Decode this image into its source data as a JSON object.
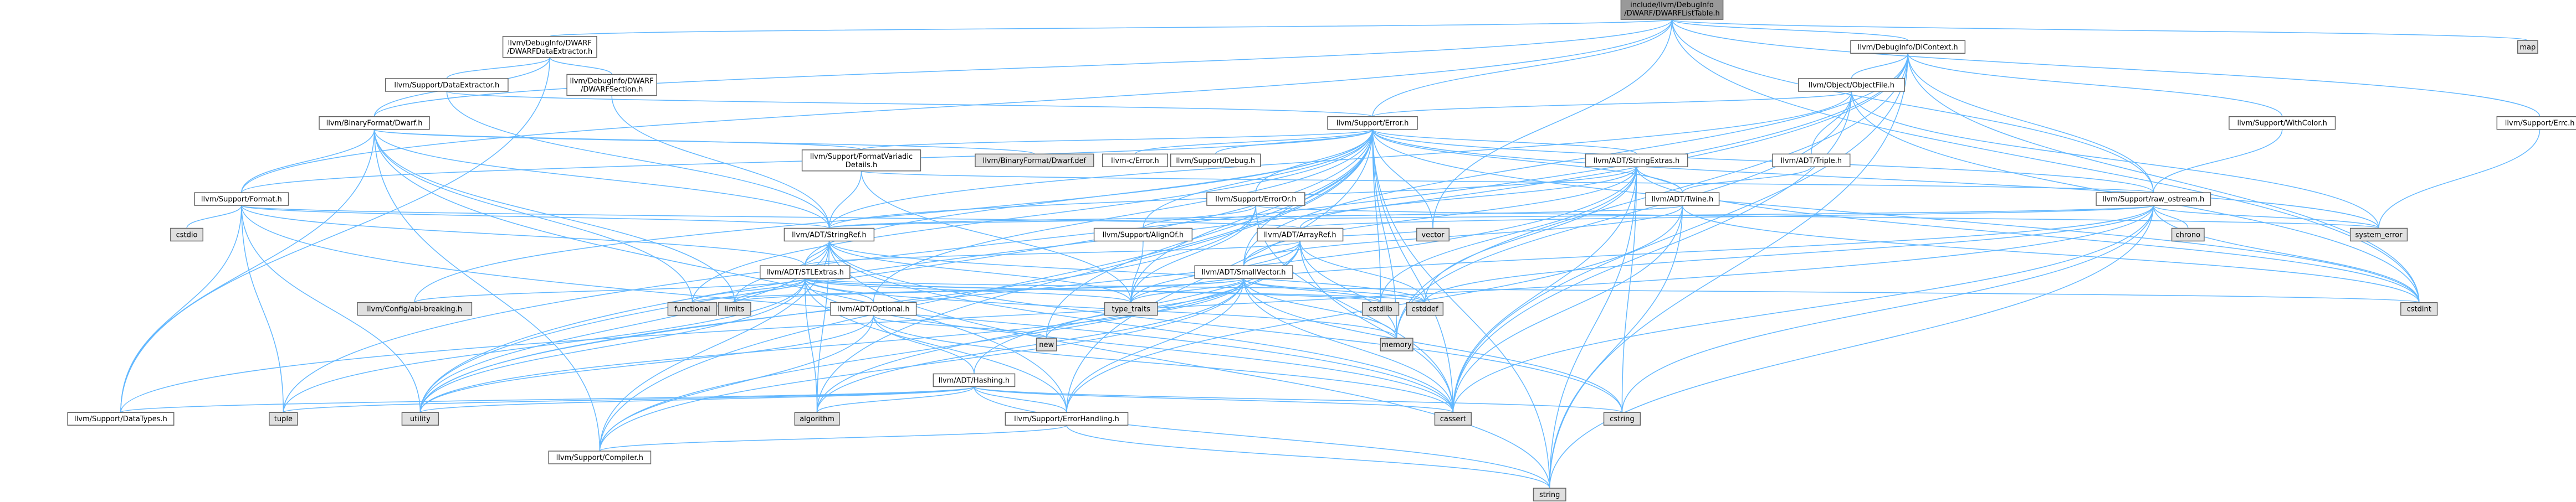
{
  "colors": {
    "root_fill": "#999999",
    "header_fill": "#ffffff",
    "sys_fill": "#e0e0e0",
    "red_text": "#ff0000",
    "edge": "#63b8ff"
  },
  "nodes": [
    {
      "id": "root",
      "lines": [
        "include/llvm/DebugInfo",
        "/DWARF/DWARFListTable.h"
      ],
      "kind": "root"
    },
    {
      "id": "dwarfdataextractor",
      "lines": [
        "llvm/DebugInfo/DWARF",
        "/DWARFDataExtractor.h"
      ],
      "kind": "header"
    },
    {
      "id": "dicontext",
      "lines": [
        "llvm/DebugInfo/DIContext.h"
      ],
      "kind": "header"
    },
    {
      "id": "map",
      "lines": [
        "map"
      ],
      "kind": "sys"
    },
    {
      "id": "dataextractor",
      "lines": [
        "llvm/Support/DataExtractor.h"
      ],
      "kind": "header"
    },
    {
      "id": "dwarfsection",
      "lines": [
        "llvm/DebugInfo/DWARF",
        "/DWARFSection.h"
      ],
      "kind": "header"
    },
    {
      "id": "objectfile",
      "lines": [
        "llvm/Object/ObjectFile.h"
      ],
      "kind": "red"
    },
    {
      "id": "withcolor",
      "lines": [
        "llvm/Support/WithColor.h"
      ],
      "kind": "header"
    },
    {
      "id": "errc",
      "lines": [
        "llvm/Support/Errc.h"
      ],
      "kind": "header"
    },
    {
      "id": "binaryformatdwarf",
      "lines": [
        "llvm/BinaryFormat/Dwarf.h"
      ],
      "kind": "header"
    },
    {
      "id": "error",
      "lines": [
        "llvm/Support/Error.h"
      ],
      "kind": "header"
    },
    {
      "id": "dwarfdef",
      "lines": [
        "llvm/BinaryFormat/Dwarf.def"
      ],
      "kind": "sys"
    },
    {
      "id": "cerror",
      "lines": [
        "llvm-c/Error.h"
      ],
      "kind": "red"
    },
    {
      "id": "debug",
      "lines": [
        "llvm/Support/Debug.h"
      ],
      "kind": "header"
    },
    {
      "id": "stringextras",
      "lines": [
        "llvm/ADT/StringExtras.h"
      ],
      "kind": "red"
    },
    {
      "id": "triple",
      "lines": [
        "llvm/ADT/Triple.h"
      ],
      "kind": "header"
    },
    {
      "id": "formatvariadic",
      "lines": [
        "llvm/Support/FormatVariadic",
        "Details.h"
      ],
      "kind": "header"
    },
    {
      "id": "format",
      "lines": [
        "llvm/Support/Format.h"
      ],
      "kind": "header"
    },
    {
      "id": "erroror",
      "lines": [
        "llvm/Support/ErrorOr.h"
      ],
      "kind": "header"
    },
    {
      "id": "twine",
      "lines": [
        "llvm/ADT/Twine.h"
      ],
      "kind": "header"
    },
    {
      "id": "rawostream",
      "lines": [
        "llvm/Support/raw_ostream.h"
      ],
      "kind": "header"
    },
    {
      "id": "cstdio",
      "lines": [
        "cstdio"
      ],
      "kind": "sys"
    },
    {
      "id": "stringref",
      "lines": [
        "llvm/ADT/StringRef.h"
      ],
      "kind": "red"
    },
    {
      "id": "alignof",
      "lines": [
        "llvm/Support/AlignOf.h"
      ],
      "kind": "header"
    },
    {
      "id": "arrayref",
      "lines": [
        "llvm/ADT/ArrayRef.h"
      ],
      "kind": "red"
    },
    {
      "id": "chrono",
      "lines": [
        "chrono"
      ],
      "kind": "sys"
    },
    {
      "id": "systemerror",
      "lines": [
        "system_error"
      ],
      "kind": "sys"
    },
    {
      "id": "vector",
      "lines": [
        "vector"
      ],
      "kind": "sys"
    },
    {
      "id": "stlextras",
      "lines": [
        "llvm/ADT/STLExtras.h"
      ],
      "kind": "red"
    },
    {
      "id": "smallvector",
      "lines": [
        "llvm/ADT/SmallVector.h"
      ],
      "kind": "red"
    },
    {
      "id": "configbreaking",
      "lines": [
        "llvm/Config/abi-breaking.h"
      ],
      "kind": "sys"
    },
    {
      "id": "functional",
      "lines": [
        "functional"
      ],
      "kind": "sys"
    },
    {
      "id": "limits",
      "lines": [
        "limits"
      ],
      "kind": "sys"
    },
    {
      "id": "optional",
      "lines": [
        "llvm/ADT/Optional.h"
      ],
      "kind": "red"
    },
    {
      "id": "typetraits",
      "lines": [
        "type_traits"
      ],
      "kind": "sys"
    },
    {
      "id": "cstdlib",
      "lines": [
        "cstdlib"
      ],
      "kind": "sys"
    },
    {
      "id": "cstddef",
      "lines": [
        "cstddef"
      ],
      "kind": "sys"
    },
    {
      "id": "cstdint",
      "lines": [
        "cstdint"
      ],
      "kind": "sys"
    },
    {
      "id": "new",
      "lines": [
        "new"
      ],
      "kind": "sys"
    },
    {
      "id": "memory",
      "lines": [
        "memory"
      ],
      "kind": "sys"
    },
    {
      "id": "hashing",
      "lines": [
        "llvm/ADT/Hashing.h"
      ],
      "kind": "red"
    },
    {
      "id": "tuple",
      "lines": [
        "tuple"
      ],
      "kind": "sys"
    },
    {
      "id": "utility",
      "lines": [
        "utility"
      ],
      "kind": "sys"
    },
    {
      "id": "algorithm",
      "lines": [
        "algorithm"
      ],
      "kind": "sys"
    },
    {
      "id": "cassert",
      "lines": [
        "cassert"
      ],
      "kind": "sys"
    },
    {
      "id": "cstring",
      "lines": [
        "cstring"
      ],
      "kind": "sys"
    },
    {
      "id": "datatypes",
      "lines": [
        "llvm/Support/DataTypes.h"
      ],
      "kind": "red"
    },
    {
      "id": "errorhandling",
      "lines": [
        "llvm/Support/ErrorHandling.h"
      ],
      "kind": "header"
    },
    {
      "id": "compiler",
      "lines": [
        "llvm/Support/Compiler.h"
      ],
      "kind": "red"
    },
    {
      "id": "string",
      "lines": [
        "string"
      ],
      "kind": "sys"
    }
  ],
  "edges": [
    [
      "root",
      "dwarfdataextractor"
    ],
    [
      "root",
      "dicontext"
    ],
    [
      "root",
      "map"
    ],
    [
      "root",
      "error"
    ],
    [
      "root",
      "format"
    ],
    [
      "root",
      "binaryformatdwarf"
    ],
    [
      "root",
      "rawostream"
    ],
    [
      "root",
      "errc"
    ],
    [
      "root",
      "cstdint"
    ],
    [
      "root",
      "vector"
    ],
    [
      "dwarfdataextractor",
      "dataextractor"
    ],
    [
      "dwarfdataextractor",
      "dwarfsection"
    ],
    [
      "dwarfdataextractor",
      "datatypes"
    ],
    [
      "dwarfdataextractor",
      "binaryformatdwarf"
    ],
    [
      "dwarfsection",
      "stringref"
    ],
    [
      "dataextractor",
      "error"
    ],
    [
      "dataextractor",
      "stringref"
    ],
    [
      "dicontext",
      "objectfile"
    ],
    [
      "dicontext",
      "withcolor"
    ],
    [
      "dicontext",
      "rawostream"
    ],
    [
      "dicontext",
      "smallvector"
    ],
    [
      "dicontext",
      "cassert"
    ],
    [
      "dicontext",
      "cstdint"
    ],
    [
      "dicontext",
      "memory"
    ],
    [
      "dicontext",
      "string"
    ],
    [
      "dicontext",
      "tuple"
    ],
    [
      "dicontext",
      "utility"
    ],
    [
      "objectfile",
      "error"
    ],
    [
      "objectfile",
      "triple"
    ],
    [
      "objectfile",
      "stringref"
    ],
    [
      "objectfile",
      "memory"
    ],
    [
      "objectfile",
      "systemerror"
    ],
    [
      "objectfile",
      "cassert"
    ],
    [
      "objectfile",
      "cstdint"
    ],
    [
      "withcolor",
      "rawostream"
    ],
    [
      "errc",
      "systemerror"
    ],
    [
      "binaryformatdwarf",
      "dwarfdef"
    ],
    [
      "binaryformatdwarf",
      "formatvariadic"
    ],
    [
      "binaryformatdwarf",
      "format"
    ],
    [
      "binaryformatdwarf",
      "stringref"
    ],
    [
      "binaryformatdwarf",
      "datatypes"
    ],
    [
      "binaryformatdwarf",
      "errorhandling"
    ],
    [
      "binaryformatdwarf",
      "compiler"
    ],
    [
      "binaryformatdwarf",
      "functional"
    ],
    [
      "binaryformatdwarf",
      "limits"
    ],
    [
      "error",
      "cerror"
    ],
    [
      "error",
      "debug"
    ],
    [
      "error",
      "stringextras"
    ],
    [
      "error",
      "twine"
    ],
    [
      "error",
      "formatvariadic"
    ],
    [
      "error",
      "format"
    ],
    [
      "error",
      "erroror"
    ],
    [
      "error",
      "rawostream"
    ],
    [
      "error",
      "stlextras"
    ],
    [
      "error",
      "alignof"
    ],
    [
      "error",
      "compiler"
    ],
    [
      "error",
      "errorhandling"
    ],
    [
      "error",
      "configbreaking"
    ],
    [
      "error",
      "algorithm"
    ],
    [
      "error",
      "cassert"
    ],
    [
      "error",
      "cstdint"
    ],
    [
      "error",
      "cstdlib"
    ],
    [
      "error",
      "functional"
    ],
    [
      "error",
      "memory"
    ],
    [
      "error",
      "new"
    ],
    [
      "error",
      "string"
    ],
    [
      "error",
      "systemerror"
    ],
    [
      "error",
      "typetraits"
    ],
    [
      "error",
      "utility"
    ],
    [
      "error",
      "vector"
    ],
    [
      "error",
      "smallvector"
    ],
    [
      "error",
      "optional"
    ],
    [
      "stringextras",
      "arrayref"
    ],
    [
      "stringextras",
      "smallvector"
    ],
    [
      "stringextras",
      "stringref"
    ],
    [
      "stringextras",
      "twine"
    ],
    [
      "stringextras",
      "cassert"
    ],
    [
      "stringextras",
      "cstddef"
    ],
    [
      "stringextras",
      "cstdint"
    ],
    [
      "stringextras",
      "cstdlib"
    ],
    [
      "stringextras",
      "cstring"
    ],
    [
      "stringextras",
      "iterator"
    ],
    [
      "stringextras",
      "string"
    ],
    [
      "stringextras",
      "utility"
    ],
    [
      "triple",
      "twine"
    ],
    [
      "twine",
      "smallvector"
    ],
    [
      "twine",
      "stringref"
    ],
    [
      "twine",
      "errorhandling"
    ],
    [
      "twine",
      "cassert"
    ],
    [
      "twine",
      "cstdint"
    ],
    [
      "twine",
      "string"
    ],
    [
      "twine",
      "stringref"
    ],
    [
      "formatvariadic",
      "stringref"
    ],
    [
      "formatvariadic",
      "rawostream"
    ],
    [
      "formatvariadic",
      "typetraits"
    ],
    [
      "format",
      "arrayref"
    ],
    [
      "format",
      "stringref"
    ],
    [
      "format",
      "datatypes"
    ],
    [
      "format",
      "cassert"
    ],
    [
      "format",
      "cstdio"
    ],
    [
      "format",
      "tuple"
    ],
    [
      "format",
      "utility"
    ],
    [
      "format",
      "stlextras"
    ],
    [
      "erroror",
      "alignof"
    ],
    [
      "erroror",
      "cassert"
    ],
    [
      "erroror",
      "systemerror"
    ],
    [
      "erroror",
      "typetraits"
    ],
    [
      "erroror",
      "utility"
    ],
    [
      "rawostream",
      "arrayref"
    ],
    [
      "rawostream",
      "stringref"
    ],
    [
      "rawostream",
      "datatypes"
    ],
    [
      "rawostream",
      "cassert"
    ],
    [
      "rawostream",
      "chrono"
    ],
    [
      "rawostream",
      "cstddef"
    ],
    [
      "rawostream",
      "cstdint"
    ],
    [
      "rawostream",
      "cstring"
    ],
    [
      "rawostream",
      "string"
    ],
    [
      "rawostream",
      "systemerror"
    ],
    [
      "rawostream",
      "typetraits"
    ],
    [
      "stringref",
      "stlextras"
    ],
    [
      "stringref",
      "compiler"
    ],
    [
      "stringref",
      "algorithm"
    ],
    [
      "stringref",
      "cassert"
    ],
    [
      "stringref",
      "cstddef"
    ],
    [
      "stringref",
      "cstring"
    ],
    [
      "stringref",
      "limits"
    ],
    [
      "stringref",
      "string"
    ],
    [
      "stringref",
      "typetraits"
    ],
    [
      "stringref",
      "utility"
    ],
    [
      "stringref",
      "iterator"
    ],
    [
      "alignof",
      "typetraits"
    ],
    [
      "arrayref",
      "hashing"
    ],
    [
      "arrayref",
      "smallvector"
    ],
    [
      "arrayref",
      "stlextras"
    ],
    [
      "arrayref",
      "compiler"
    ],
    [
      "arrayref",
      "algorithm"
    ],
    [
      "arrayref",
      "cassert"
    ],
    [
      "arrayref",
      "cstddef"
    ],
    [
      "arrayref",
      "memory"
    ],
    [
      "arrayref",
      "vector"
    ],
    [
      "arrayref",
      "typetraits"
    ],
    [
      "stlextras",
      "optional"
    ],
    [
      "stlextras",
      "configbreaking"
    ],
    [
      "stlextras",
      "functional"
    ],
    [
      "stlextras",
      "limits"
    ],
    [
      "stlextras",
      "errorhandling"
    ],
    [
      "stlextras",
      "algorithm"
    ],
    [
      "stlextras",
      "cassert"
    ],
    [
      "stlextras",
      "cstddef"
    ],
    [
      "stlextras",
      "cstdint"
    ],
    [
      "stlextras",
      "cstdlib"
    ],
    [
      "stlextras",
      "memory"
    ],
    [
      "stlextras",
      "tuple"
    ],
    [
      "stlextras",
      "typetraits"
    ],
    [
      "stlextras",
      "utility"
    ],
    [
      "smallvector",
      "compiler"
    ],
    [
      "smallvector",
      "typetraits"
    ],
    [
      "smallvector",
      "algorithm"
    ],
    [
      "smallvector",
      "cassert"
    ],
    [
      "smallvector",
      "cstddef"
    ],
    [
      "smallvector",
      "cstdlib"
    ],
    [
      "smallvector",
      "cstring"
    ],
    [
      "smallvector",
      "functional"
    ],
    [
      "smallvector",
      "limits"
    ],
    [
      "smallvector",
      "memory"
    ],
    [
      "smallvector",
      "new"
    ],
    [
      "smallvector",
      "utility"
    ],
    [
      "smallvector",
      "errorhandling"
    ],
    [
      "optional",
      "hashing"
    ],
    [
      "optional",
      "compiler"
    ],
    [
      "optional",
      "cassert"
    ],
    [
      "optional",
      "new"
    ],
    [
      "optional",
      "utility"
    ],
    [
      "hashing",
      "errorhandling"
    ],
    [
      "hashing",
      "datatypes"
    ],
    [
      "hashing",
      "algorithm"
    ],
    [
      "hashing",
      "cassert"
    ],
    [
      "hashing",
      "cstring"
    ],
    [
      "hashing",
      "string"
    ],
    [
      "hashing",
      "tuple"
    ],
    [
      "hashing",
      "utility"
    ],
    [
      "errorhandling",
      "compiler"
    ],
    [
      "errorhandling",
      "string"
    ]
  ]
}
